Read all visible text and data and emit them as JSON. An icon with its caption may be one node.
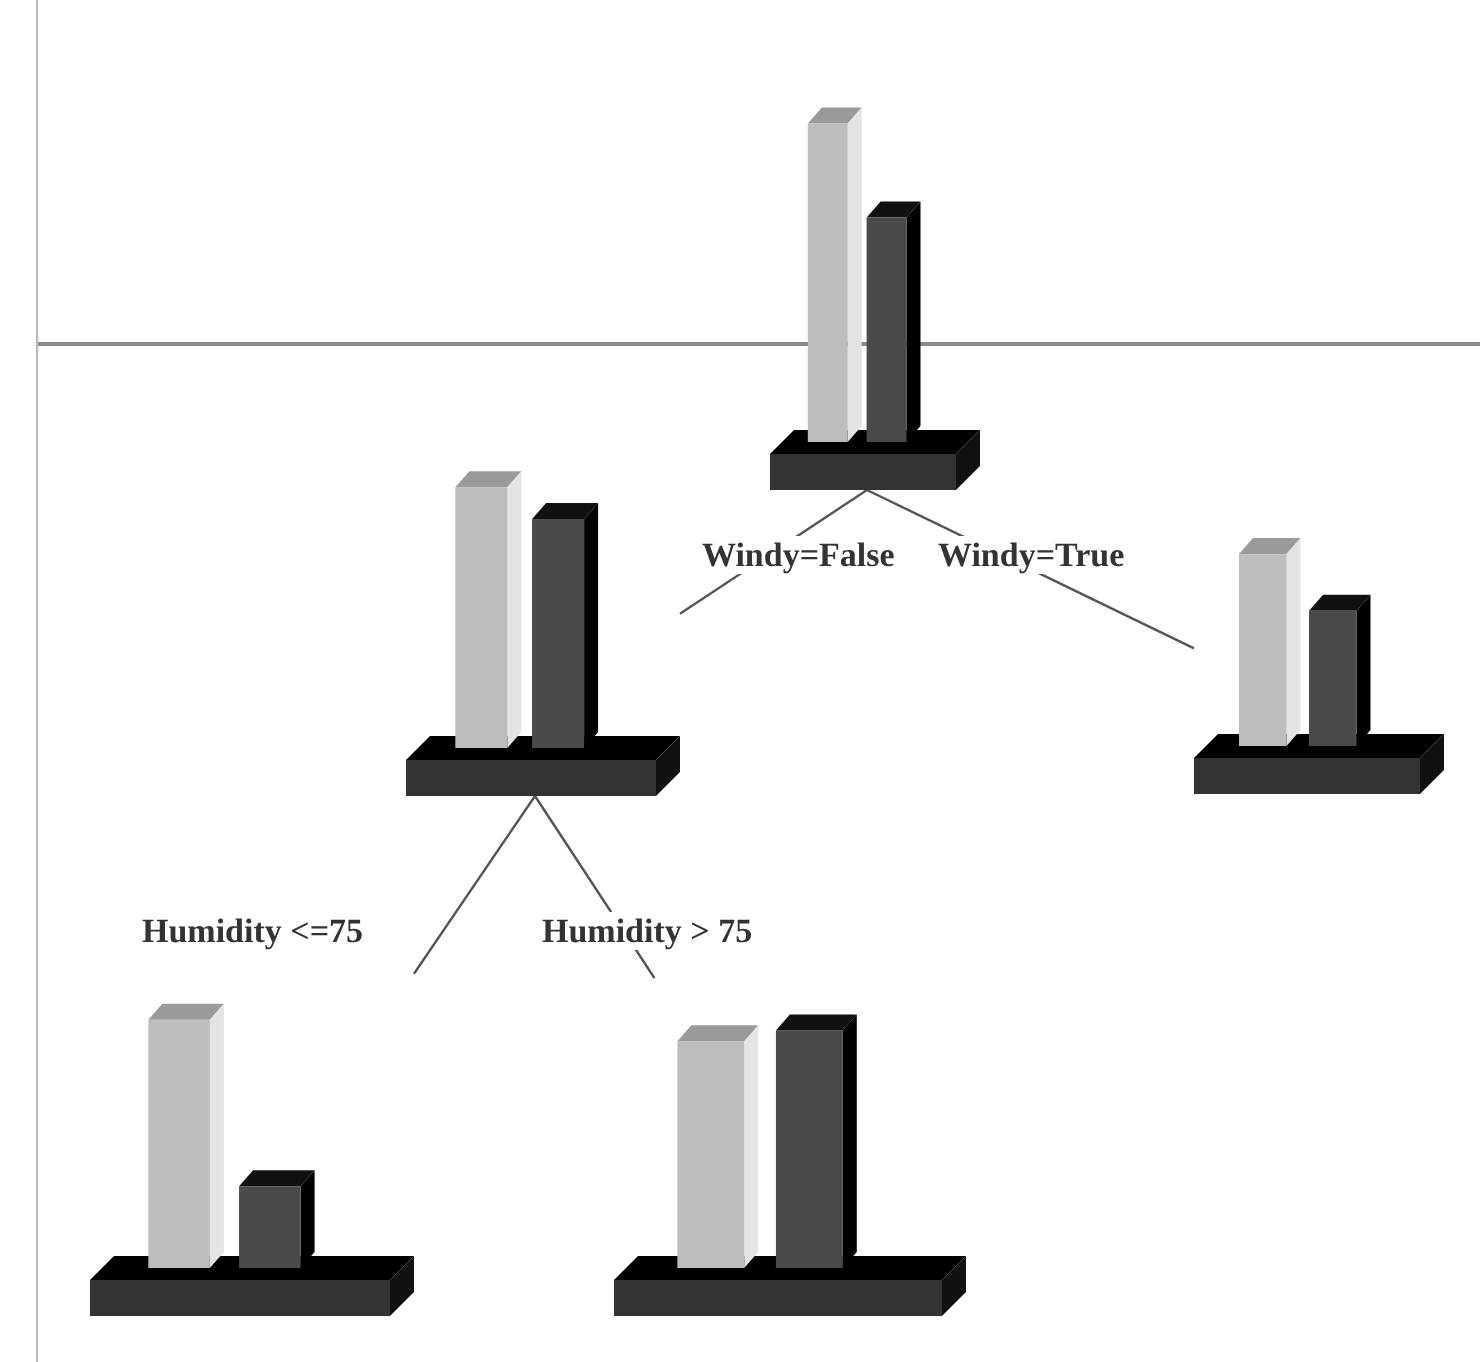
{
  "diagram": {
    "nodes": [
      {
        "text": [],
        "shape": "picture"
      },
      {
        "text": [],
        "shape": "picture"
      },
      {
        "text": [],
        "shape": "picture"
      },
      {
        "text": [],
        "shape": "picture"
      },
      {
        "text": [],
        "shape": "picture"
      }
    ],
    "edges": [
      {
        "from": 0,
        "to": 1,
        "arrow": "none",
        "label": "Windy=False"
      },
      {
        "from": 0,
        "to": 2,
        "arrow": "none",
        "label": "Windy=True"
      },
      {
        "from": 1,
        "to": 3,
        "arrow": "none",
        "label": "Humidity <=75"
      },
      {
        "from": 1,
        "to": 4,
        "arrow": "none",
        "label": "Humidity > 75"
      }
    ]
  }
}
